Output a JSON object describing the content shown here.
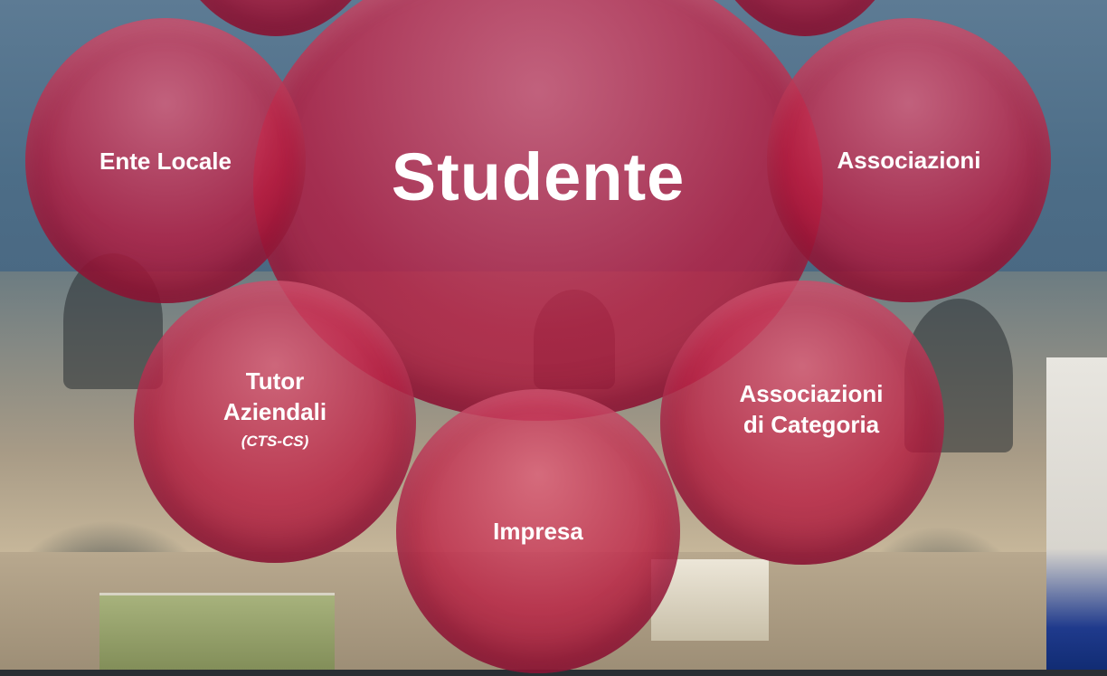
{
  "diagram": {
    "center": {
      "label": "Studente"
    },
    "nodes": [
      {
        "id": "ente-locale",
        "label": "Ente Locale"
      },
      {
        "id": "associazioni",
        "label": "Associazioni"
      },
      {
        "id": "tutor",
        "label_line1": "Tutor",
        "label_line2": "Aziendali",
        "sublabel": "(CTS-CS)"
      },
      {
        "id": "associazioni-categoria",
        "label_line1": "Associazioni",
        "label_line2": "di Categoria"
      },
      {
        "id": "impresa",
        "label": "Impresa"
      }
    ]
  },
  "colors": {
    "bubble": "#b81e42",
    "text": "#ffffff",
    "background": "#4a6a86"
  }
}
